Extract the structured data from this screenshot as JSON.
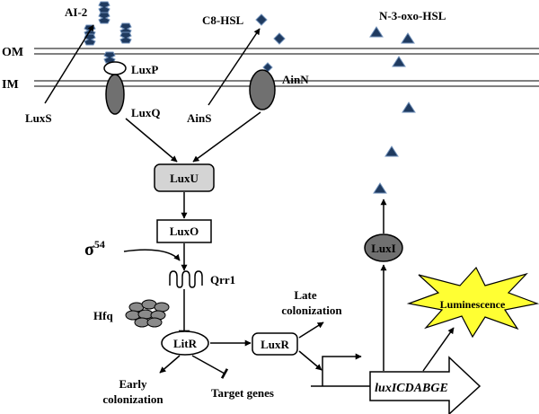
{
  "membranes": {
    "outer": "OM",
    "inner": "IM"
  },
  "signals": {
    "ai2": "AI-2",
    "c8hsl": "C8-HSL",
    "oxo_hsl": "N-3-oxo-HSL"
  },
  "proteins": {
    "luxs": "LuxS",
    "luxp": "LuxP",
    "luxq": "LuxQ",
    "ains": "AinS",
    "ainn": "AinN",
    "luxu": "LuxU",
    "luxo": "LuxO",
    "sigma": "σ",
    "sigma_sup": "54",
    "qrr1": "Qrr1",
    "hfq": "Hfq",
    "litr": "LitR",
    "luxr": "LuxR",
    "luxi": "LuxI"
  },
  "outcomes": {
    "late_line1": "Late",
    "late_line2": "colonization",
    "early_line1": "Early",
    "early_line2": "colonization",
    "target_genes": "Target genes",
    "operon": "luxICDABGE",
    "luminescence": "Luminescence"
  },
  "colors": {
    "signal_fill": "#1f3a5f",
    "signal_stroke": "#6f8fb8",
    "dark_protein": "#707070",
    "luxu_fill": "#d4d4d4",
    "star_fill": "#ffff33",
    "line": "#000000"
  }
}
